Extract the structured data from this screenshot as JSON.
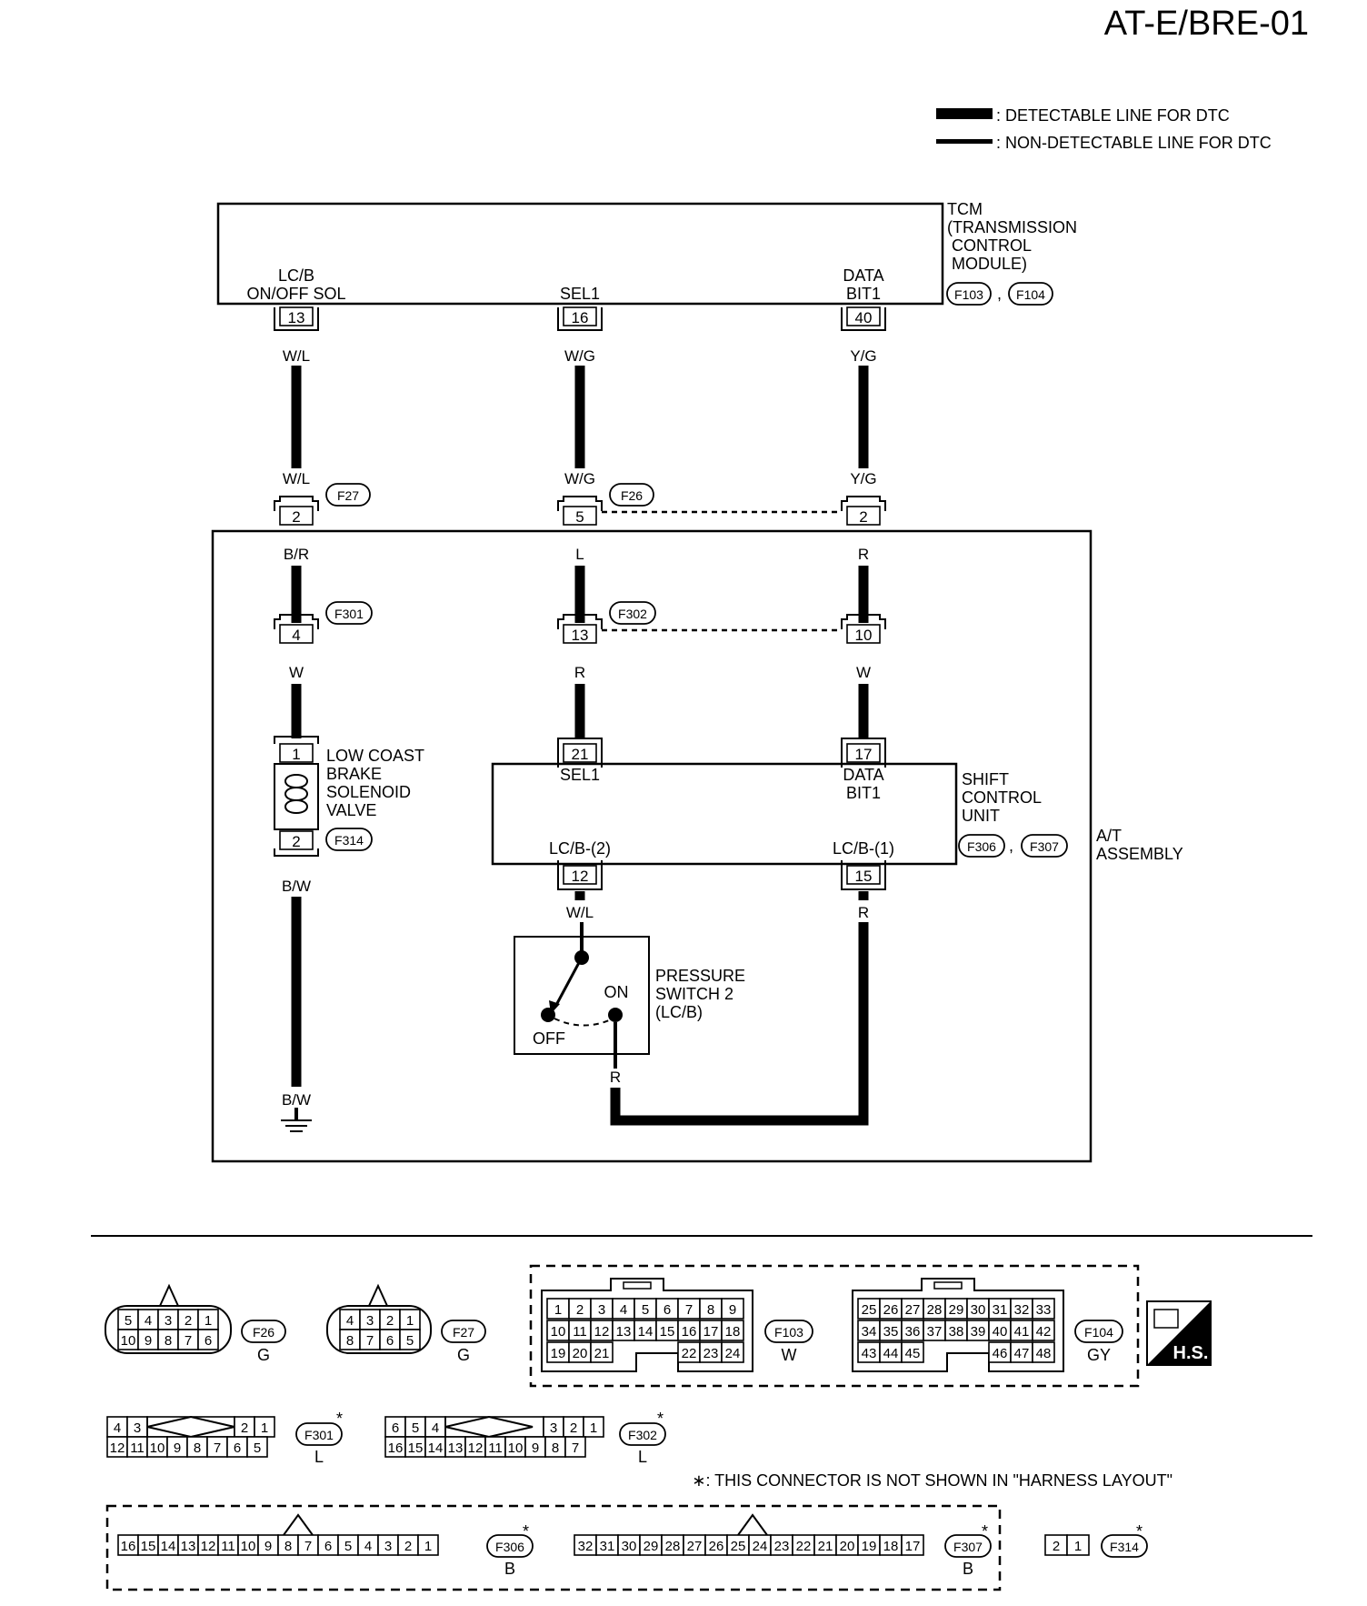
{
  "page_code": "AT-E/BRE-01",
  "legend": {
    "detectable": ": DETECTABLE LINE FOR DTC",
    "non_detectable": ": NON-DETECTABLE LINE FOR DTC"
  },
  "tcm": {
    "name_lines": [
      "TCM",
      "(TRANSMISSION",
      " CONTROL",
      " MODULE)"
    ],
    "connectors": [
      "F103",
      "F104"
    ],
    "sep": ",",
    "terminals": {
      "lcb_line1": "LC/B",
      "lcb_line2": "ON/OFF SOL",
      "lcb_pin": "13",
      "sel1": "SEL1",
      "sel1_pin": "16",
      "data_line1": "DATA",
      "data_line2": "BIT1",
      "data_pin": "40"
    }
  },
  "wires": {
    "w1_top": "W/L",
    "w2_top": "W/G",
    "w3_top": "Y/G",
    "w1_mid": "W/L",
    "w2_mid": "W/G",
    "w3_mid": "Y/G",
    "w1_br": "B/R",
    "w2_l": "L",
    "w3_r": "R",
    "w1_w": "W",
    "w2_r": "R",
    "w3_w": "W",
    "w1_bw": "B/W",
    "w1_bw_ground": "B/W",
    "w2_wl": "W/L",
    "w3_r2": "R",
    "switch_r": "R"
  },
  "conn_f27": {
    "id": "F27",
    "pin": "2"
  },
  "conn_f26": {
    "id": "F26",
    "pin_a": "5",
    "pin_b": "2"
  },
  "conn_f301": {
    "id": "F301",
    "pin": "4"
  },
  "conn_f302": {
    "id": "F302",
    "pin_a": "13",
    "pin_b": "10"
  },
  "solenoid": {
    "lines": [
      "LOW COAST",
      "BRAKE",
      "SOLENOID",
      "VALVE"
    ],
    "connector": "F314",
    "pin_top": "1",
    "pin_bottom": "2"
  },
  "shift_unit": {
    "lines": [
      "SHIFT",
      "CONTROL",
      "UNIT"
    ],
    "connectors": [
      "F306",
      "F307"
    ],
    "sep": ",",
    "pins": {
      "sel1": "21",
      "data": "17",
      "lcb2": "12",
      "lcb1": "15"
    },
    "labels": {
      "sel1": "SEL1",
      "data1": "DATA",
      "data2": "BIT1",
      "lcb2": "LC/B-(2)",
      "lcb1": "LC/B-(1)"
    }
  },
  "pressure_switch": {
    "lines": [
      "PRESSURE",
      "SWITCH 2",
      "(LC/B)"
    ],
    "on": "ON",
    "off": "OFF"
  },
  "assembly": {
    "lines": [
      "A/T",
      "ASSEMBLY"
    ]
  },
  "connectors_view": {
    "f26": {
      "id": "F26",
      "color": "G",
      "row1": [
        "5",
        "4",
        "3",
        "2",
        "1"
      ],
      "row2": [
        "10",
        "9",
        "8",
        "7",
        "6"
      ]
    },
    "f27": {
      "id": "F27",
      "color": "G",
      "row1": [
        "4",
        "3",
        "2",
        "1"
      ],
      "row2": [
        "8",
        "7",
        "6",
        "5"
      ]
    },
    "f103": {
      "id": "F103",
      "color": "W",
      "row1": [
        "1",
        "2",
        "3",
        "4",
        "5",
        "6",
        "7",
        "8",
        "9"
      ],
      "row2": [
        "10",
        "11",
        "12",
        "13",
        "14",
        "15",
        "16",
        "17",
        "18"
      ],
      "row3a": [
        "19",
        "20",
        "21"
      ],
      "row3b": [
        "22",
        "23",
        "24"
      ]
    },
    "f104": {
      "id": "F104",
      "color": "GY",
      "row1": [
        "25",
        "26",
        "27",
        "28",
        "29",
        "30",
        "31",
        "32",
        "33"
      ],
      "row2": [
        "34",
        "35",
        "36",
        "37",
        "38",
        "39",
        "40",
        "41",
        "42"
      ],
      "row3a": [
        "43",
        "44",
        "45"
      ],
      "row3b": [
        "46",
        "47",
        "48"
      ]
    },
    "hs": "H.S.",
    "f301": {
      "id": "F301",
      "color": "L",
      "star": "*",
      "row1a": [
        "4",
        "3"
      ],
      "row1b": [
        "2",
        "1"
      ],
      "row2": [
        "12",
        "11",
        "10",
        "9",
        "8",
        "7",
        "6",
        "5"
      ]
    },
    "f302": {
      "id": "F302",
      "color": "L",
      "star": "*",
      "row1a": [
        "6",
        "5",
        "4"
      ],
      "row1b": [
        "3",
        "2",
        "1"
      ],
      "row2": [
        "16",
        "15",
        "14",
        "13",
        "12",
        "11",
        "10",
        "9",
        "8",
        "7"
      ]
    },
    "note": "∗: THIS CONNECTOR IS NOT SHOWN IN \"HARNESS LAYOUT\"",
    "f306": {
      "id": "F306",
      "color": "B",
      "star": "*",
      "pins": [
        "16",
        "15",
        "14",
        "13",
        "12",
        "11",
        "10",
        "9",
        "8",
        "7",
        "6",
        "5",
        "4",
        "3",
        "2",
        "1"
      ]
    },
    "f307": {
      "id": "F307",
      "color": "B",
      "star": "*",
      "pins": [
        "32",
        "31",
        "30",
        "29",
        "28",
        "27",
        "26",
        "25",
        "24",
        "23",
        "22",
        "21",
        "20",
        "19",
        "18",
        "17"
      ]
    },
    "f314": {
      "id": "F314",
      "star": "*",
      "pins": [
        "2",
        "1"
      ]
    }
  }
}
